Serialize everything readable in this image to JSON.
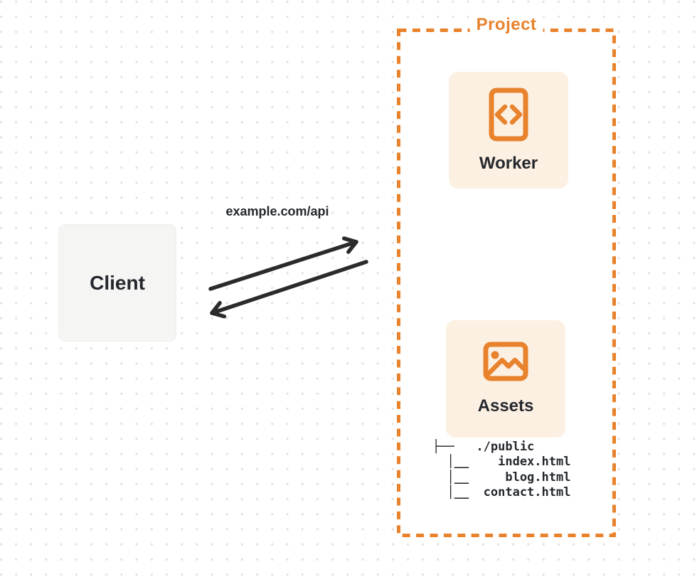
{
  "colors": {
    "accent": "#E8822C",
    "card_bg": "#FCF0E3",
    "client_bg": "#F5F5F4",
    "arrow": "#2B2B2B",
    "text": "#24282D",
    "grid_dot": "#E3E3E3"
  },
  "client": {
    "label": "Client"
  },
  "connection": {
    "label": "example.com/api"
  },
  "project": {
    "label": "Project",
    "worker": {
      "label": "Worker",
      "icon": "code-document-icon"
    },
    "assets": {
      "label": "Assets",
      "icon": "image-icon"
    },
    "file_tree": "├──   ./public\n  │__    index.html\n  │__     blog.html\n  │__  contact.html"
  }
}
